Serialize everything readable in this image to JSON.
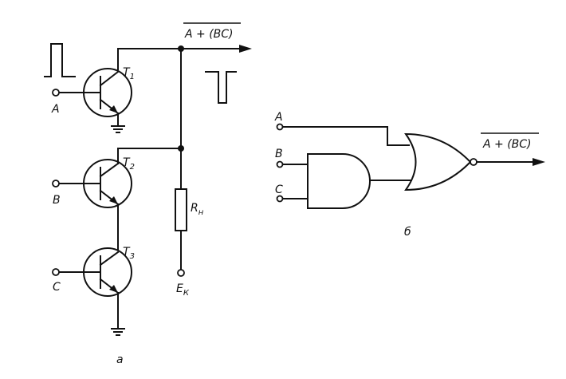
{
  "circuit": {
    "output_label": "A + (BC)",
    "transistor_1": "T",
    "transistor_1_sub": "1",
    "transistor_2": "T",
    "transistor_2_sub": "2",
    "transistor_3": "T",
    "transistor_3_sub": "3",
    "input_a": "A",
    "input_b": "B",
    "input_c": "C",
    "resistor_label": "R",
    "resistor_sub": "н",
    "supply_label": "E",
    "supply_sub": "К",
    "caption": "а"
  },
  "logic": {
    "output_label": "A + (BC)",
    "input_a": "A",
    "input_b": "B",
    "input_c": "C",
    "caption": "б"
  }
}
